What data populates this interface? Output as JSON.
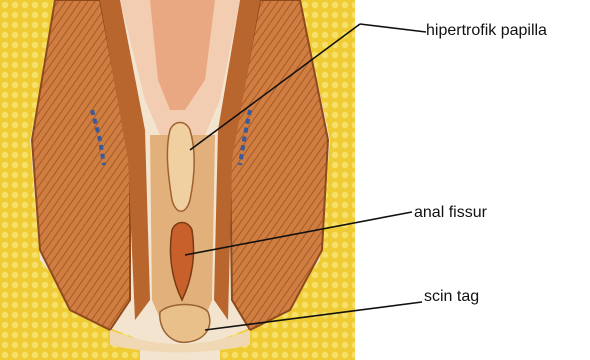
{
  "labels": {
    "papilla": "hipertrofik papilla",
    "fissure": "anal fissur",
    "skin_tag": "scin tag"
  },
  "colors": {
    "background": "#ffffff",
    "muscle": "#c8763a",
    "muscle_dark": "#9a4f22",
    "fat": "#f2d23a",
    "mucosa": "#e9a882",
    "lumen": "#f6dccb",
    "leader_line": "#111111"
  }
}
